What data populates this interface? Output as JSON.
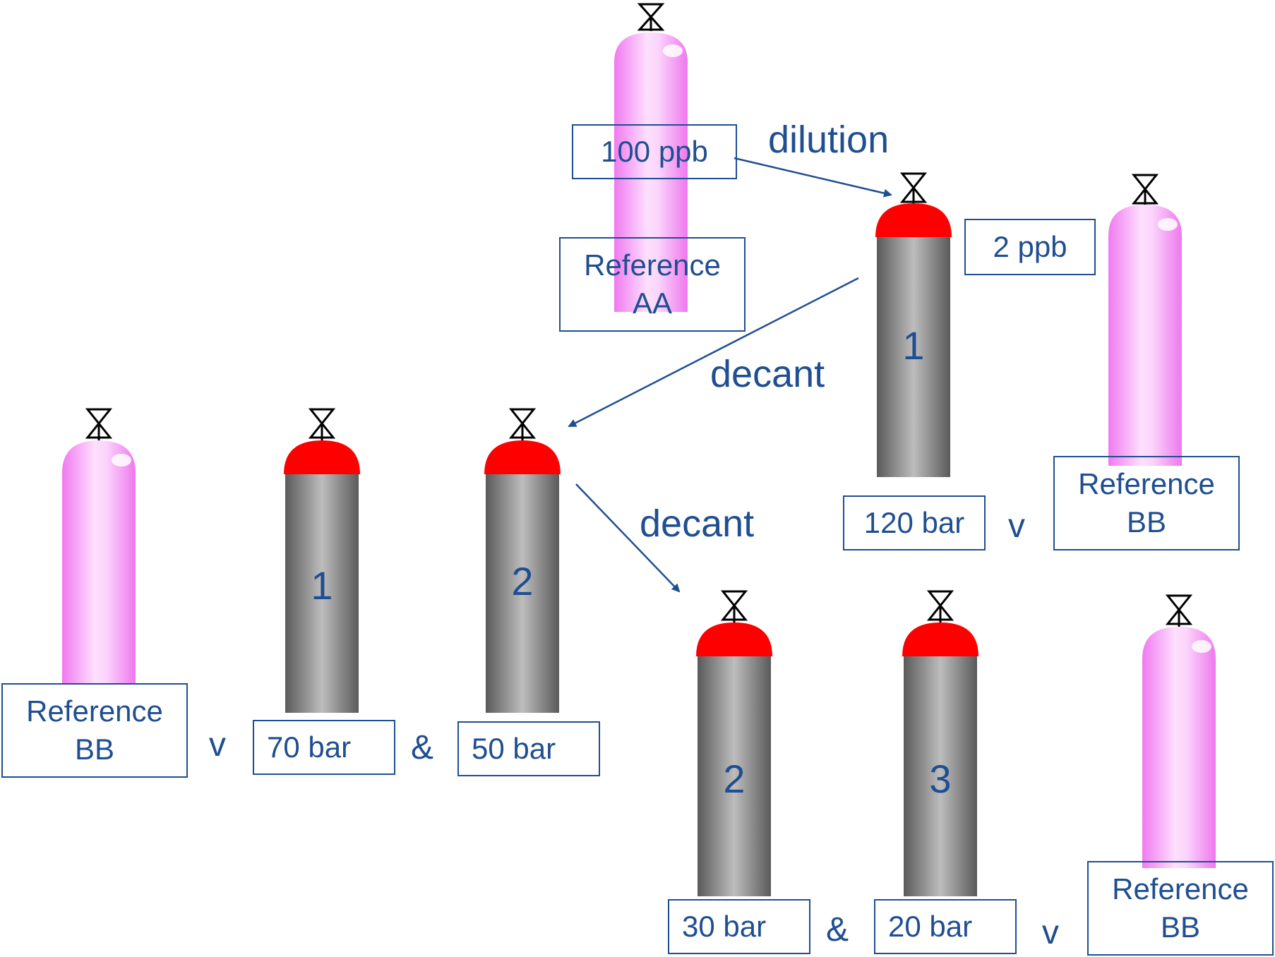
{
  "colors": {
    "text": "#1f4e91",
    "cap_red": "#ff0000",
    "reference_pink": "#f08cf0",
    "cylinder_grey": "#6f6f6f"
  },
  "top": {
    "reference_aa": {
      "concentration": "100 ppb",
      "name_line1": "Reference",
      "name_line2": "AA"
    },
    "dilution_label": "dilution",
    "cylinder_1": {
      "number": "1",
      "concentration": "2 ppb",
      "pressure": "120 bar"
    },
    "compare_symbol": "v",
    "reference_bb": {
      "name_line1": "Reference",
      "name_line2": "BB"
    }
  },
  "middle": {
    "decant_label": "decant",
    "reference_bb": {
      "name_line1": "Reference",
      "name_line2": "BB"
    },
    "compare_symbol": "v",
    "cylinder_1": {
      "number": "1",
      "pressure": "70 bar"
    },
    "and_symbol": "&",
    "cylinder_2": {
      "number": "2",
      "pressure": "50 bar"
    }
  },
  "bottom": {
    "decant_label": "decant",
    "cylinder_2": {
      "number": "2",
      "pressure": "30 bar"
    },
    "and_symbol": "&",
    "cylinder_3": {
      "number": "3",
      "pressure": "20 bar"
    },
    "compare_symbol": "v",
    "reference_bb": {
      "name_line1": "Reference",
      "name_line2": "BB"
    }
  }
}
